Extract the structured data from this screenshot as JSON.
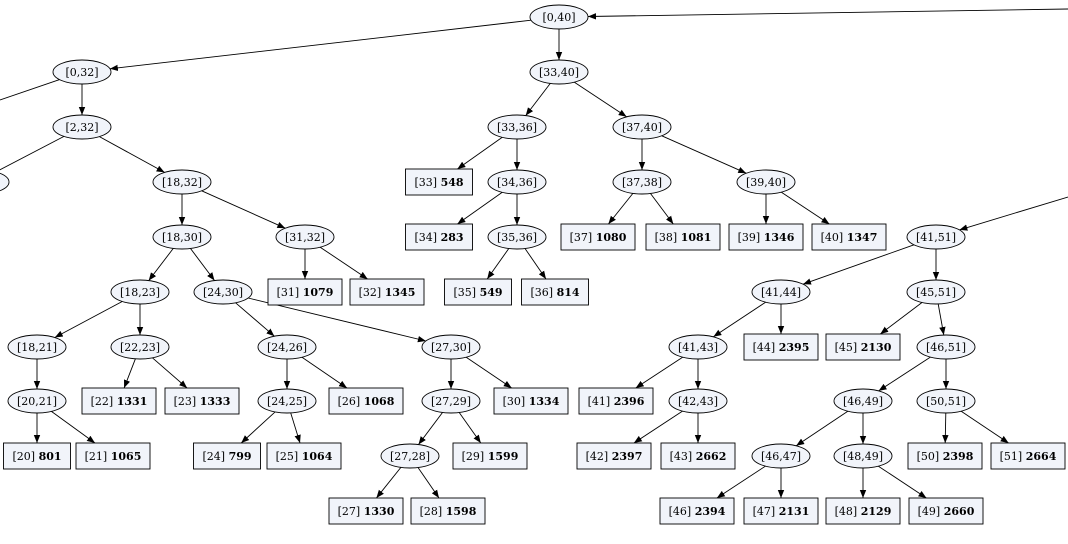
{
  "diagram": {
    "type": "segment-tree",
    "nodes": [
      {
        "id": "n_0_40",
        "kind": "range",
        "label": "[0,40]"
      },
      {
        "id": "n_0_32",
        "kind": "range",
        "label": "[0,32]"
      },
      {
        "id": "n_33_40",
        "kind": "range",
        "label": "[33,40]"
      },
      {
        "id": "n_2_32",
        "kind": "range",
        "label": "[2,32]"
      },
      {
        "id": "n_18_32",
        "kind": "range",
        "label": "[18,32]"
      },
      {
        "id": "n_18_30",
        "kind": "range",
        "label": "[18,30]"
      },
      {
        "id": "n_31_32",
        "kind": "range",
        "label": "[31,32]"
      },
      {
        "id": "n_18_23",
        "kind": "range",
        "label": "[18,23]"
      },
      {
        "id": "n_24_30",
        "kind": "range",
        "label": "[24,30]"
      },
      {
        "id": "n_18_21",
        "kind": "range",
        "label": "[18,21]"
      },
      {
        "id": "n_22_23",
        "kind": "range",
        "label": "[22,23]"
      },
      {
        "id": "n_20_21",
        "kind": "range",
        "label": "[20,21]"
      },
      {
        "id": "n_24_26",
        "kind": "range",
        "label": "[24,26]"
      },
      {
        "id": "n_27_30",
        "kind": "range",
        "label": "[27,30]"
      },
      {
        "id": "n_24_25",
        "kind": "range",
        "label": "[24,25]"
      },
      {
        "id": "n_27_29",
        "kind": "range",
        "label": "[27,29]"
      },
      {
        "id": "n_27_28",
        "kind": "range",
        "label": "[27,28]"
      },
      {
        "id": "n_33_36",
        "kind": "range",
        "label": "[33,36]"
      },
      {
        "id": "n_37_40",
        "kind": "range",
        "label": "[37,40]"
      },
      {
        "id": "n_34_36",
        "kind": "range",
        "label": "[34,36]"
      },
      {
        "id": "n_35_36",
        "kind": "range",
        "label": "[35,36]"
      },
      {
        "id": "n_37_38",
        "kind": "range",
        "label": "[37,38]"
      },
      {
        "id": "n_39_40",
        "kind": "range",
        "label": "[39,40]"
      },
      {
        "id": "n_41_51",
        "kind": "range",
        "label": "[41,51]"
      },
      {
        "id": "n_41_44",
        "kind": "range",
        "label": "[41,44]"
      },
      {
        "id": "n_45_51",
        "kind": "range",
        "label": "[45,51]"
      },
      {
        "id": "n_41_43",
        "kind": "range",
        "label": "[41,43]"
      },
      {
        "id": "n_42_43",
        "kind": "range",
        "label": "[42,43]"
      },
      {
        "id": "n_46_51",
        "kind": "range",
        "label": "[46,51]"
      },
      {
        "id": "n_46_49",
        "kind": "range",
        "label": "[46,49]"
      },
      {
        "id": "n_50_51",
        "kind": "range",
        "label": "[50,51]"
      },
      {
        "id": "n_46_47",
        "kind": "range",
        "label": "[46,47]"
      },
      {
        "id": "n_48_49",
        "kind": "range",
        "label": "[48,49]"
      },
      {
        "id": "l_20",
        "kind": "leaf",
        "index": "[20]",
        "value": "801"
      },
      {
        "id": "l_21",
        "kind": "leaf",
        "index": "[21]",
        "value": "1065"
      },
      {
        "id": "l_22",
        "kind": "leaf",
        "index": "[22]",
        "value": "1331"
      },
      {
        "id": "l_23",
        "kind": "leaf",
        "index": "[23]",
        "value": "1333"
      },
      {
        "id": "l_24",
        "kind": "leaf",
        "index": "[24]",
        "value": "799"
      },
      {
        "id": "l_25",
        "kind": "leaf",
        "index": "[25]",
        "value": "1064"
      },
      {
        "id": "l_26",
        "kind": "leaf",
        "index": "[26]",
        "value": "1068"
      },
      {
        "id": "l_27",
        "kind": "leaf",
        "index": "[27]",
        "value": "1330"
      },
      {
        "id": "l_28",
        "kind": "leaf",
        "index": "[28]",
        "value": "1598"
      },
      {
        "id": "l_29",
        "kind": "leaf",
        "index": "[29]",
        "value": "1599"
      },
      {
        "id": "l_30",
        "kind": "leaf",
        "index": "[30]",
        "value": "1334"
      },
      {
        "id": "l_31",
        "kind": "leaf",
        "index": "[31]",
        "value": "1079"
      },
      {
        "id": "l_32",
        "kind": "leaf",
        "index": "[32]",
        "value": "1345"
      },
      {
        "id": "l_33",
        "kind": "leaf",
        "index": "[33]",
        "value": "548"
      },
      {
        "id": "l_34",
        "kind": "leaf",
        "index": "[34]",
        "value": "283"
      },
      {
        "id": "l_35",
        "kind": "leaf",
        "index": "[35]",
        "value": "549"
      },
      {
        "id": "l_36",
        "kind": "leaf",
        "index": "[36]",
        "value": "814"
      },
      {
        "id": "l_37",
        "kind": "leaf",
        "index": "[37]",
        "value": "1080"
      },
      {
        "id": "l_38",
        "kind": "leaf",
        "index": "[38]",
        "value": "1081"
      },
      {
        "id": "l_39",
        "kind": "leaf",
        "index": "[39]",
        "value": "1346"
      },
      {
        "id": "l_40",
        "kind": "leaf",
        "index": "[40]",
        "value": "1347"
      },
      {
        "id": "l_41",
        "kind": "leaf",
        "index": "[41]",
        "value": "2396"
      },
      {
        "id": "l_42",
        "kind": "leaf",
        "index": "[42]",
        "value": "2397"
      },
      {
        "id": "l_43",
        "kind": "leaf",
        "index": "[43]",
        "value": "2662"
      },
      {
        "id": "l_44",
        "kind": "leaf",
        "index": "[44]",
        "value": "2395"
      },
      {
        "id": "l_45",
        "kind": "leaf",
        "index": "[45]",
        "value": "2130"
      },
      {
        "id": "l_46",
        "kind": "leaf",
        "index": "[46]",
        "value": "2394"
      },
      {
        "id": "l_47",
        "kind": "leaf",
        "index": "[47]",
        "value": "2131"
      },
      {
        "id": "l_48",
        "kind": "leaf",
        "index": "[48]",
        "value": "2129"
      },
      {
        "id": "l_49",
        "kind": "leaf",
        "index": "[49]",
        "value": "2660"
      },
      {
        "id": "l_50",
        "kind": "leaf",
        "index": "[50]",
        "value": "2398"
      },
      {
        "id": "l_51",
        "kind": "leaf",
        "index": "[51]",
        "value": "2664"
      }
    ],
    "edges": [
      [
        "n_0_40",
        "n_0_32"
      ],
      [
        "n_0_40",
        "n_33_40"
      ],
      [
        "n_0_32",
        "n_2_32"
      ],
      [
        "n_2_32",
        "n_18_32"
      ],
      [
        "n_18_32",
        "n_18_30"
      ],
      [
        "n_18_32",
        "n_31_32"
      ],
      [
        "n_18_30",
        "n_18_23"
      ],
      [
        "n_18_30",
        "n_24_30"
      ],
      [
        "n_18_23",
        "n_18_21"
      ],
      [
        "n_18_23",
        "n_22_23"
      ],
      [
        "n_18_21",
        "n_20_21"
      ],
      [
        "n_20_21",
        "l_20"
      ],
      [
        "n_20_21",
        "l_21"
      ],
      [
        "n_22_23",
        "l_22"
      ],
      [
        "n_22_23",
        "l_23"
      ],
      [
        "n_24_30",
        "n_24_26"
      ],
      [
        "n_24_30",
        "n_27_30"
      ],
      [
        "n_24_26",
        "n_24_25"
      ],
      [
        "n_24_26",
        "l_26"
      ],
      [
        "n_24_25",
        "l_24"
      ],
      [
        "n_24_25",
        "l_25"
      ],
      [
        "n_27_30",
        "n_27_29"
      ],
      [
        "n_27_30",
        "l_30"
      ],
      [
        "n_27_29",
        "n_27_28"
      ],
      [
        "n_27_29",
        "l_29"
      ],
      [
        "n_27_28",
        "l_27"
      ],
      [
        "n_27_28",
        "l_28"
      ],
      [
        "n_31_32",
        "l_31"
      ],
      [
        "n_31_32",
        "l_32"
      ],
      [
        "n_33_40",
        "n_33_36"
      ],
      [
        "n_33_40",
        "n_37_40"
      ],
      [
        "n_33_36",
        "l_33"
      ],
      [
        "n_33_36",
        "n_34_36"
      ],
      [
        "n_34_36",
        "l_34"
      ],
      [
        "n_34_36",
        "n_35_36"
      ],
      [
        "n_35_36",
        "l_35"
      ],
      [
        "n_35_36",
        "l_36"
      ],
      [
        "n_37_40",
        "n_37_38"
      ],
      [
        "n_37_40",
        "n_39_40"
      ],
      [
        "n_37_38",
        "l_37"
      ],
      [
        "n_37_38",
        "l_38"
      ],
      [
        "n_39_40",
        "l_39"
      ],
      [
        "n_39_40",
        "l_40"
      ],
      [
        "n_41_51",
        "n_41_44"
      ],
      [
        "n_41_51",
        "n_45_51"
      ],
      [
        "n_41_44",
        "n_41_43"
      ],
      [
        "n_41_44",
        "l_44"
      ],
      [
        "n_41_43",
        "l_41"
      ],
      [
        "n_41_43",
        "n_42_43"
      ],
      [
        "n_42_43",
        "l_42"
      ],
      [
        "n_42_43",
        "l_43"
      ],
      [
        "n_45_51",
        "l_45"
      ],
      [
        "n_45_51",
        "n_46_51"
      ],
      [
        "n_46_51",
        "n_46_49"
      ],
      [
        "n_46_51",
        "n_50_51"
      ],
      [
        "n_46_49",
        "n_46_47"
      ],
      [
        "n_46_49",
        "n_48_49"
      ],
      [
        "n_46_47",
        "l_46"
      ],
      [
        "n_46_47",
        "l_47"
      ],
      [
        "n_48_49",
        "l_48"
      ],
      [
        "n_48_49",
        "l_49"
      ],
      [
        "n_50_51",
        "l_50"
      ],
      [
        "n_50_51",
        "l_51"
      ]
    ],
    "offscreen_edges": [
      {
        "to": "n_0_40",
        "from_side": "right"
      },
      {
        "to": "n_41_51",
        "from_side": "right"
      },
      {
        "from": "n_0_32",
        "to_side": "left"
      },
      {
        "from": "n_2_32",
        "to_side": "left"
      }
    ]
  }
}
